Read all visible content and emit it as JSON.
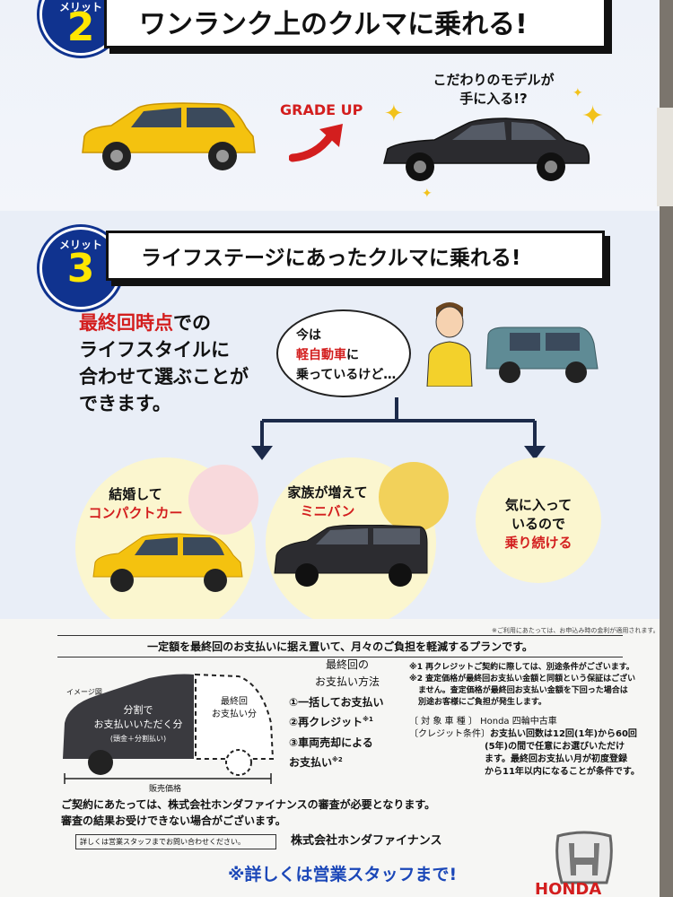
{
  "merit2": {
    "badge_sub": "メリット",
    "badge_num": "2",
    "title": "ワンランク上のクルマに乗れる!"
  },
  "grade": {
    "arrow_text": "GRADE UP",
    "caption_line1": "こだわりのモデルが",
    "caption_line2": "手に入る!?"
  },
  "merit3": {
    "badge_sub": "メリット",
    "badge_num": "3",
    "title": "ライフステージにあったクルマに乗れる!"
  },
  "lifestage": {
    "lead_red": "最終回時点",
    "lead_rest": "での",
    "line2": "ライフスタイルに",
    "line3": "合わせて選ぶことが",
    "line4": "できます。",
    "speech_line1": "今は",
    "speech_red": "軽自動車",
    "speech_rest": "に",
    "speech_line3": "乗っているけど…"
  },
  "options": [
    {
      "line1": "結婚して",
      "line2": "コンパクトカー"
    },
    {
      "line1": "家族が増えて",
      "line2": "ミニバン"
    },
    {
      "line1": "気に入って",
      "line2": "いるので",
      "line3": "乗り続ける"
    }
  ],
  "plan": {
    "note_top": "※ご利用にあたっては、お申込み時の金利が適用されます。",
    "headline": "一定額を最終回のお支払いに据え置いて、月々のご負担を軽減するプランです。",
    "image_label": "イメージ図",
    "split_line1": "分割で",
    "split_line2": "お支払いいただく分",
    "split_line3": "(頭金＋分割払い)",
    "final_line1": "最終回",
    "final_line2": "お支払い分",
    "price_label": "販売価格",
    "method_title1": "最終回の",
    "method_title2": "お支払い方法",
    "method1": "①一括してお支払い",
    "method2": "②再クレジット",
    "method2_sup": "※1",
    "method3_line1": "③車両売却による",
    "method3_line2": "お支払い",
    "method3_sup": "※2",
    "note1": "※1 再クレジットご契約に際しては、別途条件がございます。",
    "note2_line1": "※2 査定価格が最終回お支払い金額と同額という保証はござい",
    "note2_line2": "ません。査定価格が最終回お支払い金額を下回った場合は",
    "note2_line3": "別途お客様にご負担が発生します。",
    "target_label": "〔 対 象 車 種 〕",
    "target_value": "Honda 四輪中古車",
    "credit_label": "〔クレジット条件〕",
    "credit_line1": "お支払い回数は12回(1年)から60回",
    "credit_line2": "(5年)の間で任意にお選びいただけ",
    "credit_line3": "ます。最終回お支払い月が初度登録",
    "credit_line4": "から11年以内になることが条件です。",
    "contract_line1": "ご契約にあたっては、株式会社ホンダファイナンスの審査が必要となります。",
    "contract_line2": "審査の結果お受けできない場合がございます。",
    "inquiry": "詳しくは営業スタッフまでお問い合わせください。",
    "company": "株式会社ホンダファイナンス",
    "footer": "※詳しくは営業スタッフまで!",
    "brand_partial": "HONDA"
  },
  "colors": {
    "navy": "#10338f",
    "yellow": "#f2c21b",
    "red": "#d31e1e",
    "band": "#e9eef7"
  }
}
